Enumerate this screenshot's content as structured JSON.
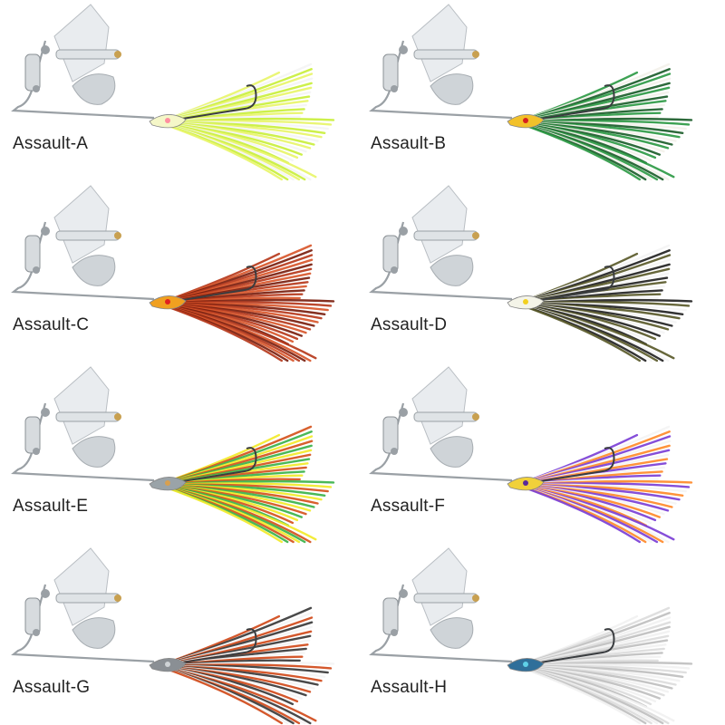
{
  "products": [
    {
      "label": "Assault-A",
      "skirt": {
        "primary": "#e8f56a",
        "secondary": "#f4f4f4",
        "accent": "#c9ef3c"
      },
      "head": "#f5f7c8",
      "eye": "#ff8fa0"
    },
    {
      "label": "Assault-B",
      "skirt": {
        "primary": "#2e9a45",
        "secondary": "#f3f1ea",
        "accent": "#1b5d2a"
      },
      "head": "#f2c12a",
      "eye": "#d62020"
    },
    {
      "label": "Assault-C",
      "skirt": {
        "primary": "#b63a1c",
        "secondary": "#d8572b",
        "accent": "#7a1e0e"
      },
      "head": "#f0a020",
      "eye": "#e02020"
    },
    {
      "label": "Assault-D",
      "skirt": {
        "primary": "#5a5a2a",
        "secondary": "#f4f4f4",
        "accent": "#222222"
      },
      "head": "#f4f4e8",
      "eye": "#f2d020"
    },
    {
      "label": "Assault-E",
      "skirt": {
        "primary": "#f2ea2a",
        "secondary": "#d5531c",
        "accent": "#3bb24a"
      },
      "head": "#9aa3a8",
      "eye": "#d8a050"
    },
    {
      "label": "Assault-F",
      "skirt": {
        "primary": "#7b3fd6",
        "secondary": "#f4f4f4",
        "accent": "#ff8a2a"
      },
      "head": "#f1d13a",
      "eye": "#5a2a9a"
    },
    {
      "label": "Assault-G",
      "skirt": {
        "primary": "#d04a1a",
        "secondary": "#3a3a3a",
        "accent": "#f4f4f4"
      },
      "head": "#8a8f94",
      "eye": "#cfd3d6"
    },
    {
      "label": "Assault-H",
      "skirt": {
        "primary": "#f1f1f1",
        "secondary": "#dcdcdc",
        "accent": "#bfbfbf"
      },
      "head": "#2f6f9a",
      "eye": "#5fd0e8"
    }
  ]
}
